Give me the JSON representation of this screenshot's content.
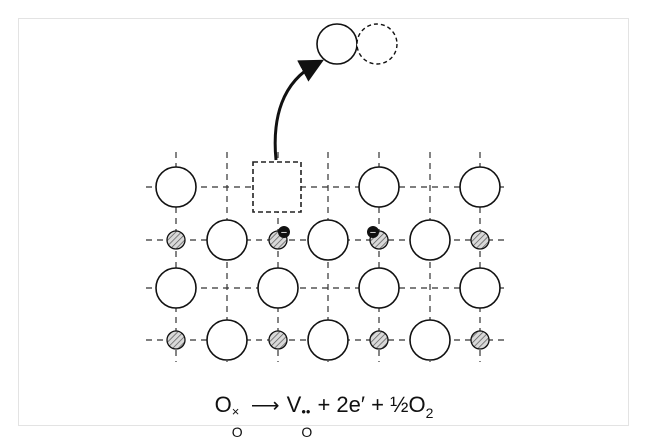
{
  "equation": {
    "reactant_symbol": "O",
    "reactant_sup": "×",
    "reactant_sub": "O",
    "arrow": "⟶",
    "product_vacancy_symbol": "V",
    "product_vacancy_sup": "••",
    "product_vacancy_sub": "O",
    "plus_1": "+",
    "electrons": "2e′",
    "plus_2": "+",
    "oxygen_coefficient": "½O",
    "oxygen_sub": "2"
  },
  "electron_sign": "−"
}
